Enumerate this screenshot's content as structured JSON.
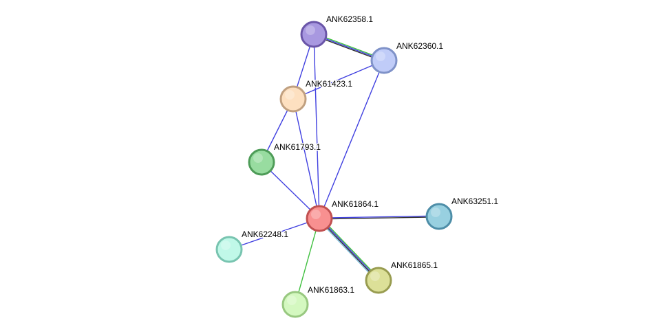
{
  "network": {
    "nodes": [
      {
        "id": "ANK62358.1",
        "label": "ANK62358.1",
        "fill": "#a898e0",
        "stroke": "#6a55a8"
      },
      {
        "id": "ANK62360.1",
        "label": "ANK62360.1",
        "fill": "#c0ccf8",
        "stroke": "#7f92c8"
      },
      {
        "id": "ANK61423.1",
        "label": "ANK61423.1",
        "fill": "#fde0c0",
        "stroke": "#c0a080"
      },
      {
        "id": "ANK61793.1",
        "label": "ANK61793.1",
        "fill": "#98dca0",
        "stroke": "#4e9c58"
      },
      {
        "id": "ANK61864.1",
        "label": "ANK61864.1",
        "fill": "#f89090",
        "stroke": "#c05050"
      },
      {
        "id": "ANK63251.1",
        "label": "ANK63251.1",
        "fill": "#98d0e0",
        "stroke": "#4e8ea8"
      },
      {
        "id": "ANK62248.1",
        "label": "ANK62248.1",
        "fill": "#c0f8e8",
        "stroke": "#78c4b0"
      },
      {
        "id": "ANK61865.1",
        "label": "ANK61865.1",
        "fill": "#dce098",
        "stroke": "#989c50"
      },
      {
        "id": "ANK61863.1",
        "label": "ANK61863.1",
        "fill": "#d4f8c0",
        "stroke": "#98c880"
      }
    ],
    "edges": [
      {
        "source": "ANK62358.1",
        "target": "ANK62360.1",
        "colors": [
          "#40c040",
          "#4040e0",
          "#303030"
        ]
      },
      {
        "source": "ANK62358.1",
        "target": "ANK61423.1",
        "colors": [
          "#4040e0"
        ]
      },
      {
        "source": "ANK62358.1",
        "target": "ANK61864.1",
        "colors": [
          "#4040e0"
        ]
      },
      {
        "source": "ANK62360.1",
        "target": "ANK61423.1",
        "colors": [
          "#4040e0"
        ]
      },
      {
        "source": "ANK62360.1",
        "target": "ANK61864.1",
        "colors": [
          "#4040e0"
        ]
      },
      {
        "source": "ANK61423.1",
        "target": "ANK61793.1",
        "colors": [
          "#4040e0"
        ]
      },
      {
        "source": "ANK61423.1",
        "target": "ANK61864.1",
        "colors": [
          "#4040e0"
        ]
      },
      {
        "source": "ANK61793.1",
        "target": "ANK61864.1",
        "colors": [
          "#4040e0"
        ]
      },
      {
        "source": "ANK61864.1",
        "target": "ANK63251.1",
        "colors": [
          "#4040e0",
          "#303030"
        ]
      },
      {
        "source": "ANK61864.1",
        "target": "ANK62248.1",
        "colors": [
          "#4040e0"
        ]
      },
      {
        "source": "ANK61864.1",
        "target": "ANK61865.1",
        "colors": [
          "#40c040",
          "#4040e0",
          "#303030",
          "#80c0e0"
        ]
      },
      {
        "source": "ANK61864.1",
        "target": "ANK61863.1",
        "colors": [
          "#40c040"
        ]
      }
    ]
  }
}
